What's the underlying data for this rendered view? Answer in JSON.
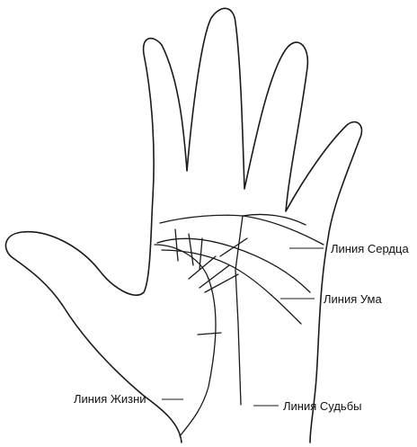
{
  "labels": {
    "heart_line": "Линия Сердца",
    "head_line": "Линия Ума",
    "life_line": "Линия Жизни",
    "fate_line": "Линия Судьбы"
  },
  "colors": {
    "ink": "#1a1a1a",
    "background": "#ffffff"
  }
}
